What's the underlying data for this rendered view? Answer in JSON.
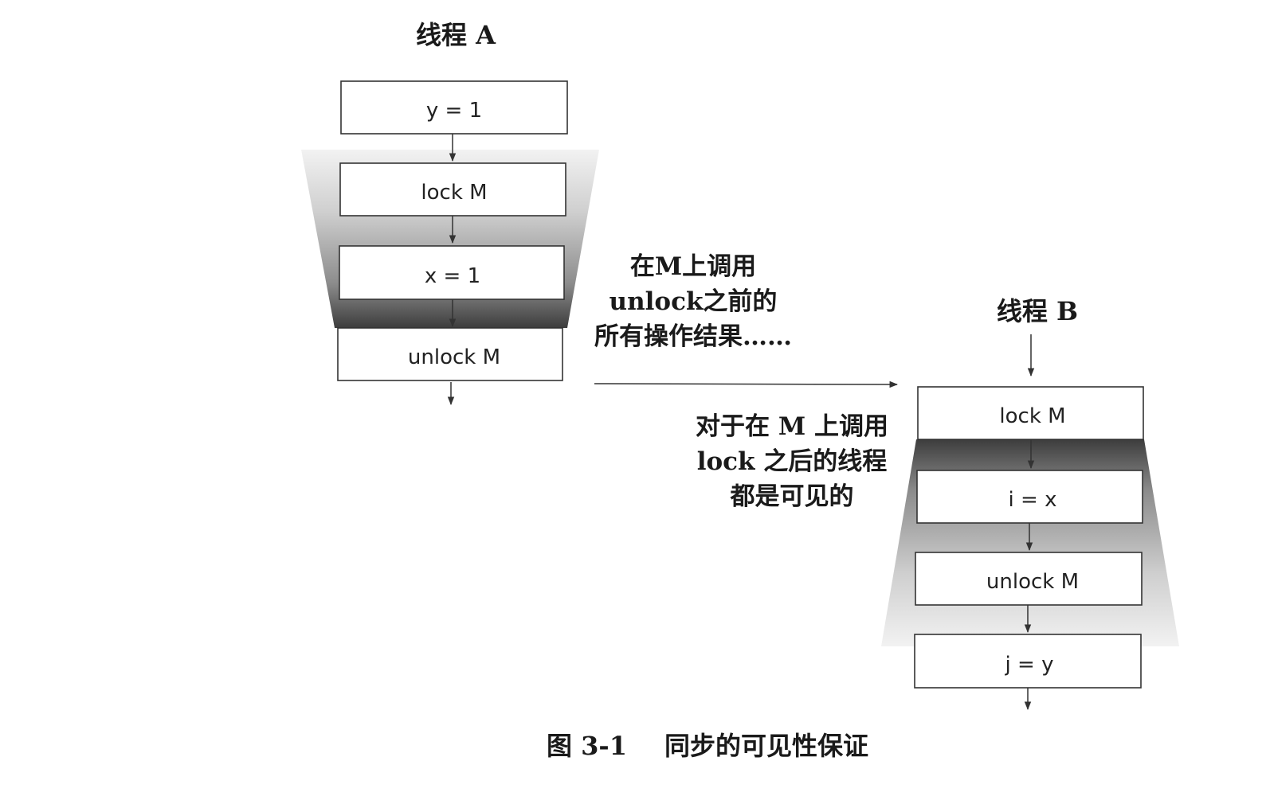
{
  "thread_a": {
    "title": "线程 A",
    "steps": [
      "y = 1",
      "lock M",
      "x = 1",
      "unlock M"
    ]
  },
  "thread_b": {
    "title": "线程 B",
    "steps": [
      "lock M",
      "i = x",
      "unlock M",
      "j = y"
    ]
  },
  "annotation_before": {
    "lines": [
      "在M上调用",
      "unlock之前的",
      "所有操作结果……"
    ]
  },
  "annotation_after": {
    "lines": [
      "对于在 M 上调用",
      "lock 之后的线程",
      "都是可见的"
    ]
  },
  "caption": {
    "number": "图 3-1",
    "text": "同步的可见性保证"
  },
  "colors": {
    "shade_light": "#e6e6e6",
    "shade_mid": "#a8a8a8",
    "shade_dark": "#454545",
    "box_stroke": "#333333"
  }
}
